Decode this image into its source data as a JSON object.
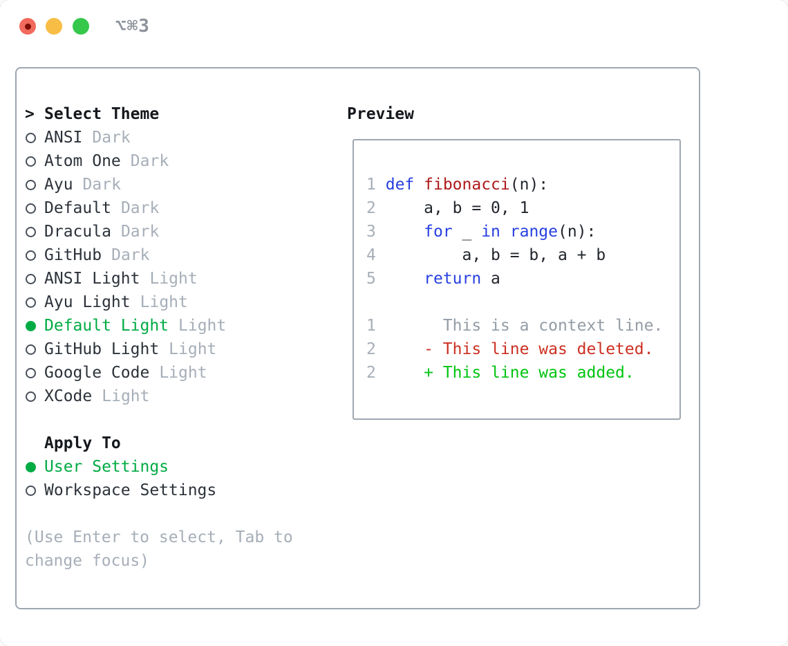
{
  "window": {
    "title": "⌥⌘3",
    "traffic_lights": [
      {
        "name": "close",
        "color": "#f16a5d",
        "inner_dot": "#7d0d05"
      },
      {
        "name": "minimize",
        "color": "#f7bd45"
      },
      {
        "name": "zoom",
        "color": "#35c84b"
      }
    ]
  },
  "theme_panel": {
    "header_prefix": ">",
    "header": "Select Theme",
    "items": [
      {
        "name": "ANSI",
        "variant": "Dark",
        "selected": false
      },
      {
        "name": "Atom One",
        "variant": "Dark",
        "selected": false
      },
      {
        "name": "Ayu",
        "variant": "Dark",
        "selected": false
      },
      {
        "name": "Default",
        "variant": "Dark",
        "selected": false
      },
      {
        "name": "Dracula",
        "variant": "Dark",
        "selected": false
      },
      {
        "name": "GitHub",
        "variant": "Dark",
        "selected": false
      },
      {
        "name": "ANSI Light",
        "variant": "Light",
        "selected": false
      },
      {
        "name": "Ayu Light",
        "variant": "Light",
        "selected": false
      },
      {
        "name": "Default Light",
        "variant": "Light",
        "selected": true
      },
      {
        "name": "GitHub Light",
        "variant": "Light",
        "selected": false
      },
      {
        "name": "Google Code",
        "variant": "Light",
        "selected": false
      },
      {
        "name": "XCode",
        "variant": "Light",
        "selected": false
      }
    ],
    "apply_to": {
      "header": "Apply To",
      "options": [
        {
          "label": "User Settings",
          "selected": true
        },
        {
          "label": "Workspace Settings",
          "selected": false
        }
      ]
    },
    "help_lines": [
      "(Use Enter to select, Tab to",
      "change focus)"
    ]
  },
  "preview": {
    "header": "Preview",
    "lines": [
      {
        "num": "1",
        "segs": [
          {
            "t": " "
          },
          {
            "t": "def",
            "c": "kw"
          },
          {
            "t": " "
          },
          {
            "t": "fibonacci",
            "c": "fn"
          },
          {
            "t": "(n):"
          }
        ]
      },
      {
        "num": "2",
        "segs": [
          {
            "t": "     a, b = 0, 1"
          }
        ]
      },
      {
        "num": "3",
        "segs": [
          {
            "t": "     "
          },
          {
            "t": "for",
            "c": "kw"
          },
          {
            "t": " _ "
          },
          {
            "t": "in",
            "c": "kw"
          },
          {
            "t": " "
          },
          {
            "t": "range",
            "c": "kw"
          },
          {
            "t": "(n):"
          }
        ]
      },
      {
        "num": "4",
        "segs": [
          {
            "t": "         a, b = b, a + b"
          }
        ]
      },
      {
        "num": "5",
        "segs": [
          {
            "t": "     "
          },
          {
            "t": "return",
            "c": "kw"
          },
          {
            "t": " a"
          }
        ]
      },
      {
        "num": "",
        "segs": []
      },
      {
        "num": "1",
        "segs": [
          {
            "t": "       This is a context line.",
            "c": "ctx"
          }
        ]
      },
      {
        "num": "2",
        "segs": [
          {
            "t": "     "
          },
          {
            "t": "- This line was deleted.",
            "c": "del"
          }
        ]
      },
      {
        "num": "2",
        "segs": [
          {
            "t": "     "
          },
          {
            "t": "+ This line was added.",
            "c": "add"
          }
        ]
      }
    ]
  },
  "colors": {
    "title_gray": "#8e939b",
    "border": "#9ea7b1",
    "header": "#15181c",
    "item": "#2c323a",
    "muted": "#a6aeb8",
    "selgreen": "#00ab44",
    "num": "#a6aeb8",
    "code": "#22262c",
    "kw": "#2840e0",
    "fn": "#ad1a1a",
    "ctx": "#949ca6",
    "del": "#cc2f21",
    "add": "#00c410"
  }
}
